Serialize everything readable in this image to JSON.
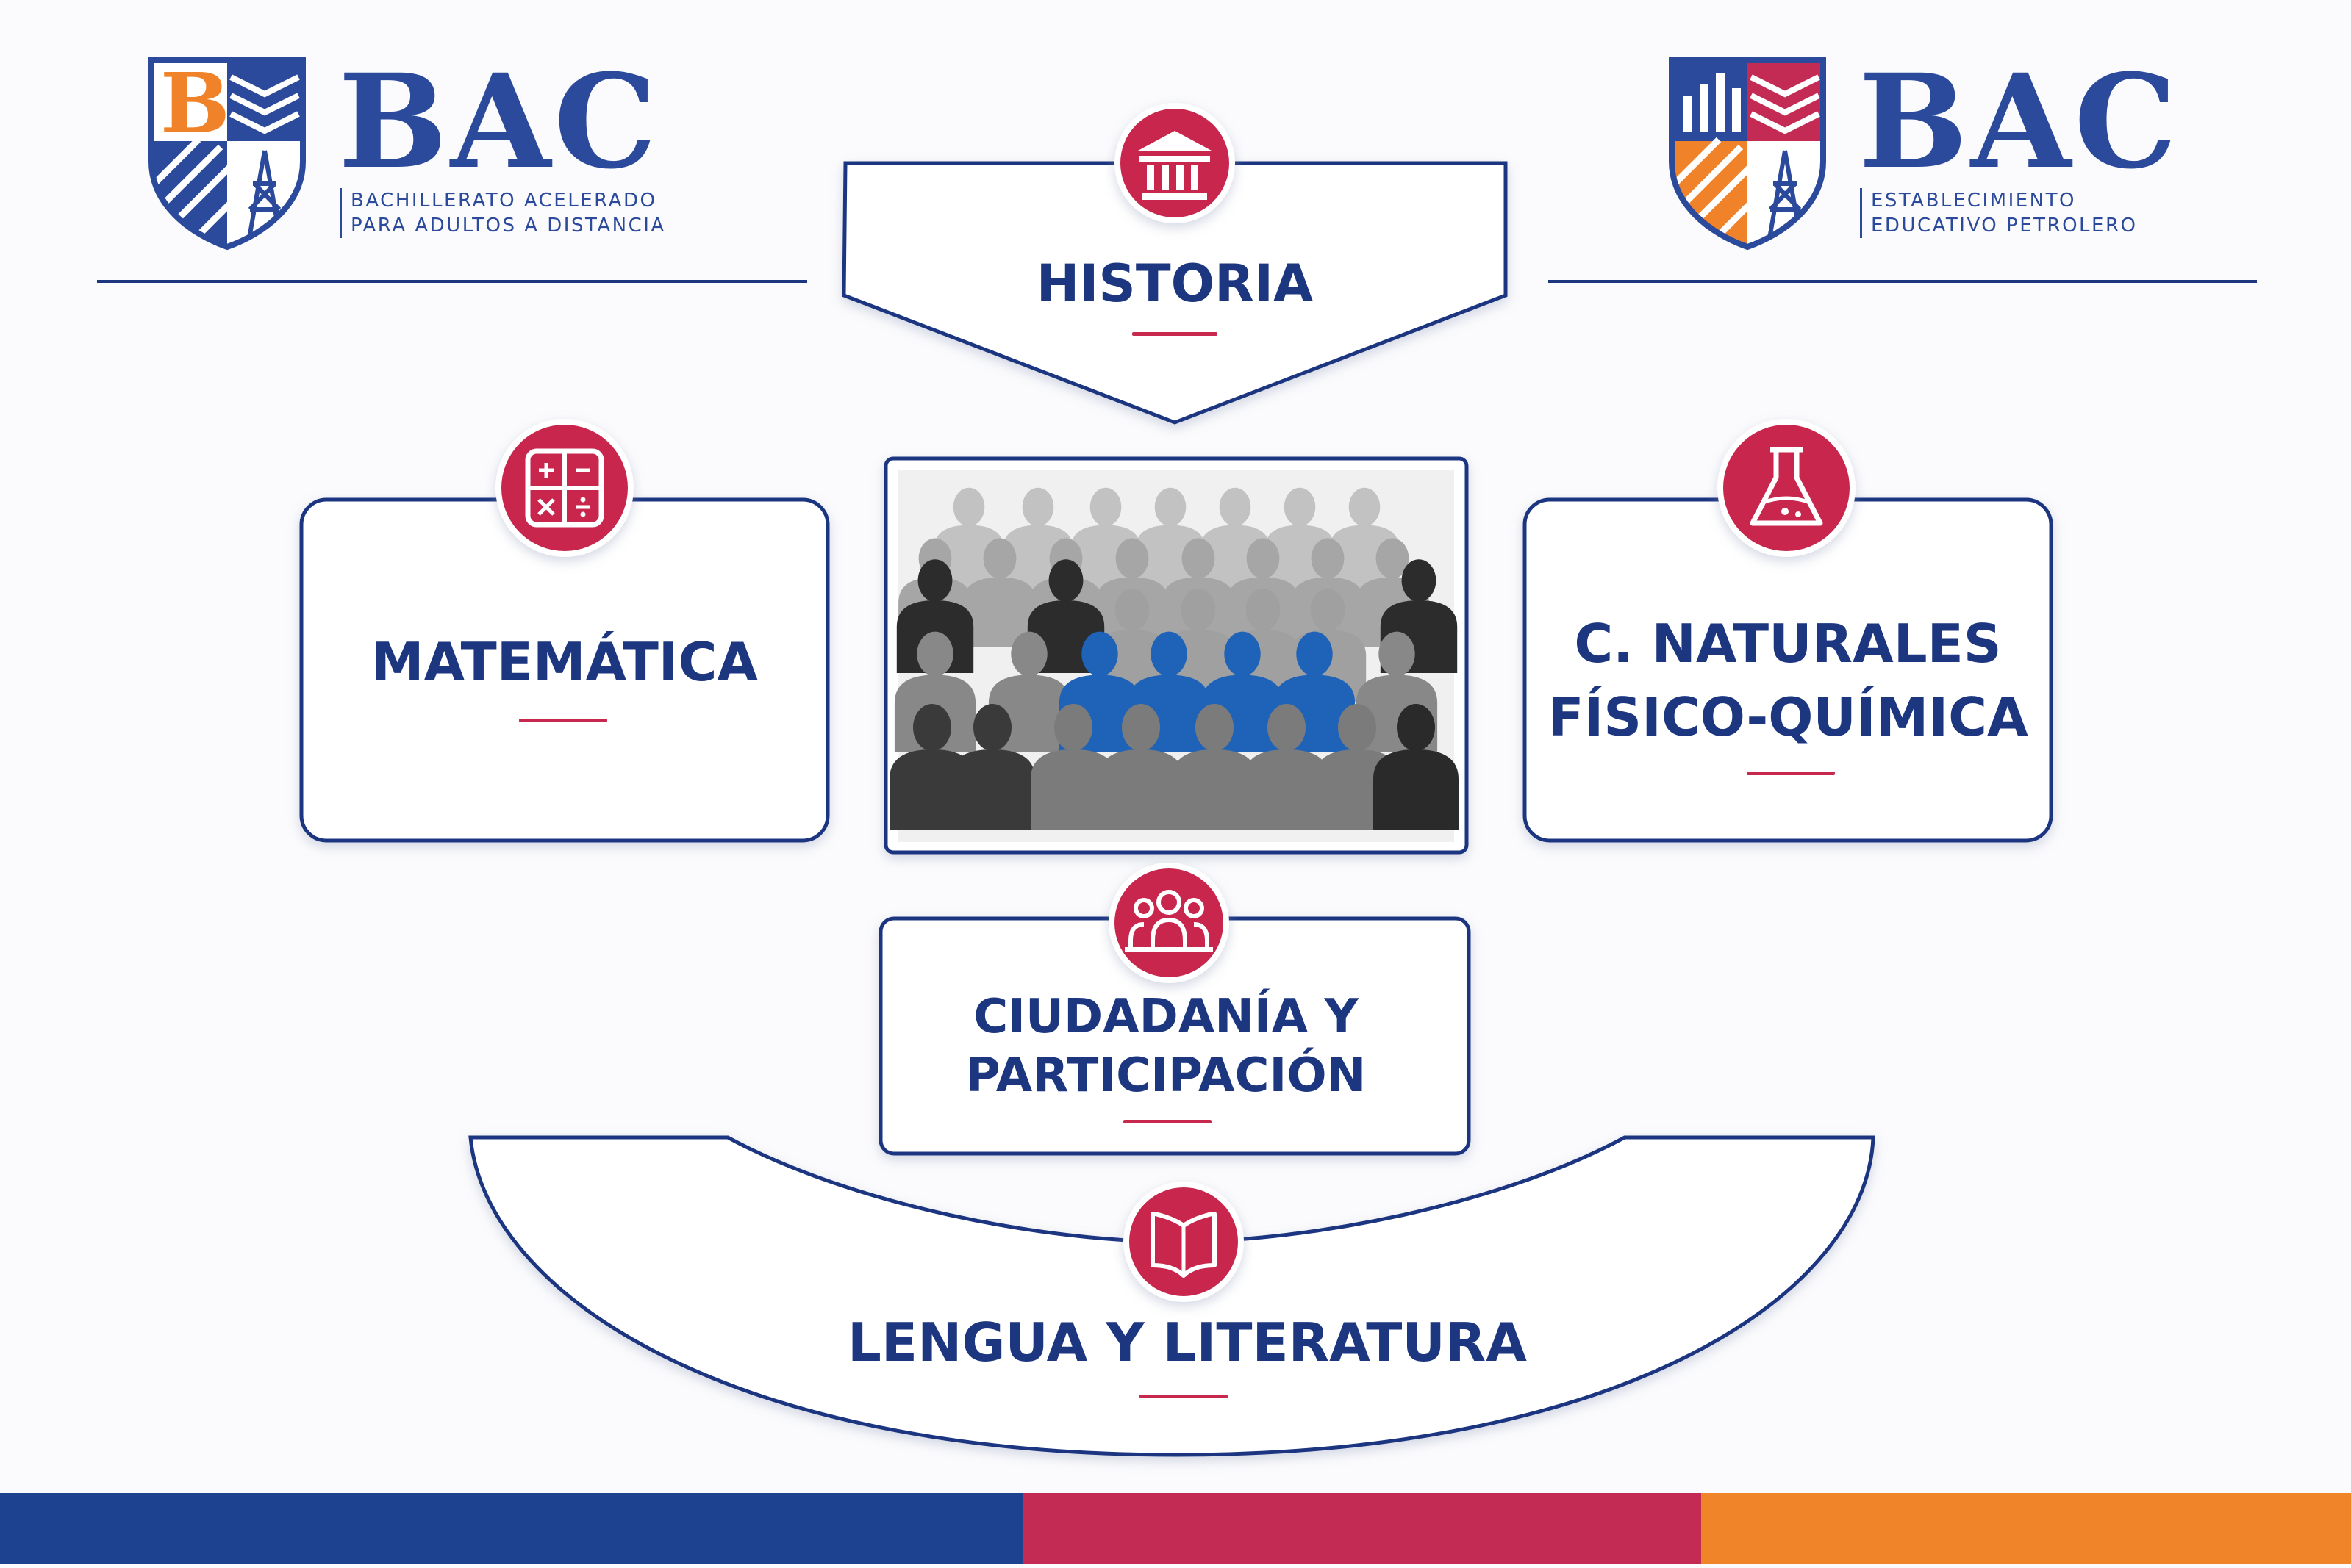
{
  "brand_left": {
    "word": "BAC",
    "subtitle_line1": "BACHILLERATO ACELERADO",
    "subtitle_line2": "PARA ADULTOS A DISTANCIA"
  },
  "brand_right": {
    "word": "BAC",
    "subtitle_line1": "ESTABLECIMIENTO",
    "subtitle_line2": "EDUCATIVO PETROLERO"
  },
  "subjects": {
    "historia": {
      "label": "HISTORIA",
      "icon": "museum-icon"
    },
    "matematica": {
      "label": "MATEMÁTICA",
      "icon": "calculator-icon"
    },
    "naturales": {
      "line1": "C. NATURALES",
      "line2": "FÍSICO-QUÍMICA",
      "icon": "flask-icon"
    },
    "ciudadania": {
      "line1": "CIUDADANÍA Y",
      "line2": "PARTICIPACIÓN",
      "icon": "group-icon"
    },
    "lengua": {
      "label": "LENGUA Y LITERATURA",
      "icon": "open-book-icon"
    }
  },
  "center_image": {
    "icon": "crowd-silhouettes"
  },
  "colors": {
    "navy": "#1c3680",
    "brand_blue": "#2b4a9b",
    "crimson": "#c8284e",
    "orange": "#f0832a",
    "stripe_blue": "#1d428f",
    "stripe_red": "#c32b55",
    "stripe_orange": "#ef8429"
  }
}
